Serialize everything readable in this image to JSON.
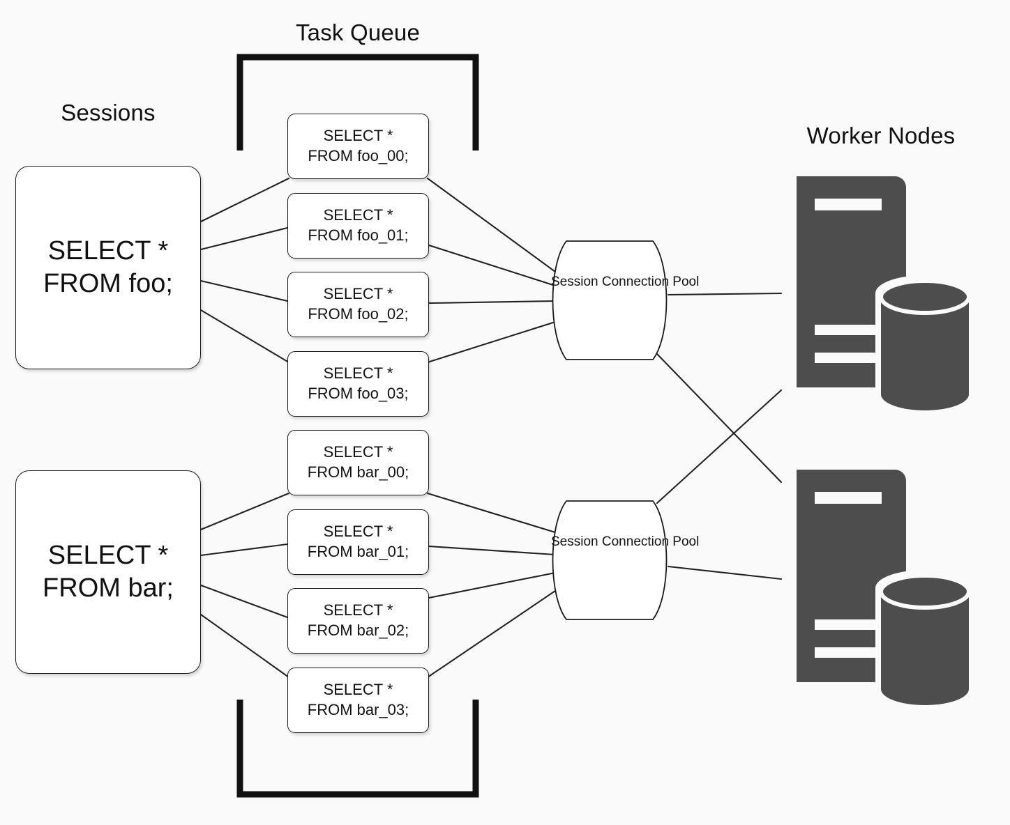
{
  "diagram": {
    "background_color": "#fafafa",
    "line_color": "#222222",
    "worker_icon_color": "#4d4d4d",
    "groups": {
      "sessions_title": "Sessions",
      "task_queue_title": "Task Queue",
      "worker_nodes_title": "Worker Nodes"
    },
    "sessions": [
      {
        "id": "session-foo",
        "line1": "SELECT *",
        "line2": "FROM foo;"
      },
      {
        "id": "session-bar",
        "line1": "SELECT *",
        "line2": "FROM bar;"
      }
    ],
    "tasks": [
      {
        "id": "task-foo-00",
        "line1": "SELECT *",
        "line2": "FROM foo_00;"
      },
      {
        "id": "task-foo-01",
        "line1": "SELECT *",
        "line2": "FROM foo_01;"
      },
      {
        "id": "task-foo-02",
        "line1": "SELECT *",
        "line2": "FROM foo_02;"
      },
      {
        "id": "task-foo-03",
        "line1": "SELECT *",
        "line2": "FROM foo_03;"
      },
      {
        "id": "task-bar-00",
        "line1": "SELECT *",
        "line2": "FROM bar_00;"
      },
      {
        "id": "task-bar-01",
        "line1": "SELECT *",
        "line2": "FROM bar_01;"
      },
      {
        "id": "task-bar-02",
        "line1": "SELECT *",
        "line2": "FROM bar_02;"
      },
      {
        "id": "task-bar-03",
        "line1": "SELECT *",
        "line2": "FROM bar_03;"
      }
    ],
    "pools": [
      {
        "id": "pool-top",
        "line1": "Session",
        "line2": "Connection",
        "line3": "Pool"
      },
      {
        "id": "pool-bottom",
        "line1": "Session",
        "line2": "Connection",
        "line3": "Pool"
      }
    ],
    "workers": [
      {
        "id": "worker-node-1",
        "icon": "server-database-icon"
      },
      {
        "id": "worker-node-2",
        "icon": "server-database-icon"
      }
    ]
  }
}
